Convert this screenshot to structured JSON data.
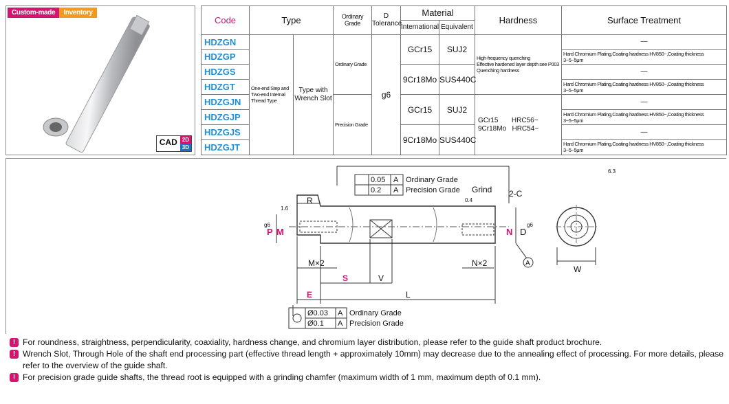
{
  "badges": {
    "custom": "Custom-made",
    "inventory": "Inventory"
  },
  "cad": {
    "label": "CAD",
    "d2": "2D",
    "d3": "3D"
  },
  "headers": {
    "code": "Code",
    "type": "Type",
    "ordinary_grade": "Ordinary Grade",
    "d": "D",
    "tolerance": "Tolerance",
    "material": "Material",
    "international": "International",
    "equivalent": "Equivalent",
    "hardness": "Hardness",
    "surface": "Surface Treatment"
  },
  "codes": [
    "HDZGN",
    "HDZGP",
    "HDZGS",
    "HDZGT",
    "HDZGJN",
    "HDZGJP",
    "HDZGJS",
    "HDZGJT"
  ],
  "type_col1": "One-end Step and Two-end Internal Thread Type",
  "type_col2": "Type with Wrench Slot",
  "grade_ordinary": "Ordinary Grade",
  "grade_precision": "Precision Grade",
  "tolerance": "g6",
  "materials": {
    "gcr15": "GCr15",
    "suj2": "SUJ2",
    "cr18": "9Cr18Mo",
    "sus440c": "SUS440C"
  },
  "hardness": {
    "line1": "High-frequency quenching",
    "line2": "Effective hardened layer depth see P003",
    "line3": "Quenching hardness",
    "m1": "GCr15",
    "v1": "HRC56~",
    "m2": "9Cr18Mo",
    "v2": "HRC54~"
  },
  "surface": {
    "dash": "—",
    "plating": "Hard Chromium Plating,Coating hardness HV850~,Coating thickness 3~5~5μm"
  },
  "drawing": {
    "tol1_val": "0.05",
    "tol1_ref": "A",
    "tol1_grade": "Ordinary Grade",
    "tol2_val": "0.2",
    "tol2_ref": "A",
    "tol2_grade": "Precision Grade",
    "grind": "Grind",
    "chamfer": "2-C",
    "r": "R",
    "rough16": "1.6",
    "rough04": "0.4",
    "rough63": "6.3",
    "p": "P",
    "g6": "g6",
    "m": "M",
    "n": "N",
    "d": "D",
    "mx2": "M×2",
    "nx2": "N×2",
    "s": "S",
    "v": "V",
    "e": "E",
    "l": "L",
    "w": "W",
    "datum": "A",
    "coax1_val": "Ø0.03",
    "coax1_ref": "A",
    "coax1_grade": "Ordinary Grade",
    "coax2_val": "Ø0.1",
    "coax2_ref": "A",
    "coax2_grade": "Precision Grade"
  },
  "notes": [
    "For roundness, straightness, perpendicularity, coaxiality, hardness change, and chromium layer distribution, please refer to the guide shaft product brochure.",
    "Wrench Slot, Through Hole of the shaft end processing part (effective thread length + approximately 10mm) may decrease due to the annealing effect of processing. For more details, please refer to the overview of the guide shaft.",
    "For precision grade guide shafts, the thread root is equipped with a grinding chamfer (maximum width of 1 mm, maximum depth of 0.1 mm)."
  ]
}
